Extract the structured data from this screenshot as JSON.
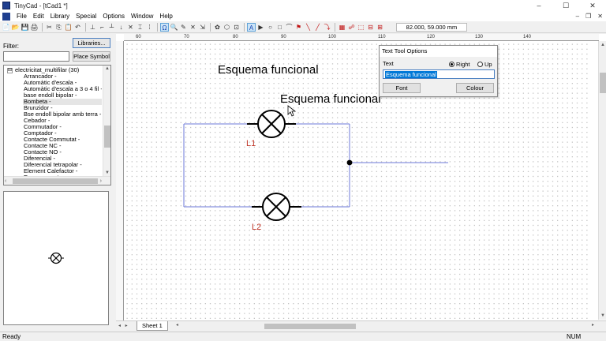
{
  "window": {
    "title": "TinyCad - [tCad1 *]",
    "min": "–",
    "max": "☐",
    "close": "✕"
  },
  "menu": [
    "File",
    "Edit",
    "Library",
    "Special",
    "Options",
    "Window",
    "Help"
  ],
  "mdi": {
    "min": "–",
    "max": "❐",
    "close": "✕"
  },
  "toolbar": {
    "group1": [
      "📄",
      "📂",
      "💾",
      "🖨"
    ],
    "group2": [
      "✂",
      "⎘",
      "📋",
      "↶"
    ],
    "group3": [
      "⊥",
      "⌐",
      "┴",
      "↓",
      "✕",
      "⌶",
      "⁞"
    ],
    "group4": [
      "Ω",
      "🔍",
      "✎",
      "✕",
      "⇲"
    ],
    "group5": [
      "✿",
      "⬡",
      "⊡"
    ],
    "group6": [
      "A",
      "▶",
      "○",
      "□",
      "⌒",
      "⚑",
      "╲",
      "╱",
      "⤵"
    ],
    "group7": [
      "▦",
      "☍",
      "⬚",
      "⊟",
      "⊞"
    ],
    "coords": "82.000,   59.000 mm"
  },
  "library": {
    "filter_label": "Filter:",
    "libraries_button": "Libraries...",
    "place_symbol_button": "Place Symbol",
    "tree_expander": "⊟",
    "tree_root": "electricitat_multifilar (30)",
    "items": [
      "Arrancador -",
      "Automàtic d'escala -",
      "Automàtic d'escala a 3 o 4 fil -",
      "base endoll bipolar -",
      "Bombeta -",
      "Brunzidor -",
      "Bse endoll bipolar amb terra -",
      "Cebador -",
      "Commutador -",
      "Comptador -",
      "Contacte Commutat -",
      "Contacte NC -",
      "Contacte NO -",
      "Diferencial -",
      "Diferencial tetrapolar -",
      "Element Calefactor -",
      "Encreuament -"
    ],
    "selected_index": 4,
    "scroll_up": "▲",
    "scroll_down": "▼",
    "scroll_left": "‹",
    "scroll_right": "›"
  },
  "ruler": {
    "top": [
      "60",
      "70",
      "80",
      "90",
      "100",
      "110",
      "120",
      "130",
      "140"
    ]
  },
  "drawing": {
    "text1": "Esquema funcional",
    "text2": "Esquema funcional",
    "label1": "L1",
    "label2": "L2",
    "wire_color": "#6c79d8",
    "label_color": "#c0392b"
  },
  "sheet": {
    "nav": "◂ ▸",
    "tab": "Sheet 1",
    "scroll_left": "◂",
    "scroll_right": "▸"
  },
  "dialog": {
    "title": "Text Tool Options",
    "text_label": "Text",
    "radio_right": "Right",
    "radio_up": "Up",
    "input_value": "Esquema funcional",
    "font_button": "Font",
    "colour_button": "Colour"
  },
  "status": {
    "left": "Ready",
    "right": "NUM"
  }
}
